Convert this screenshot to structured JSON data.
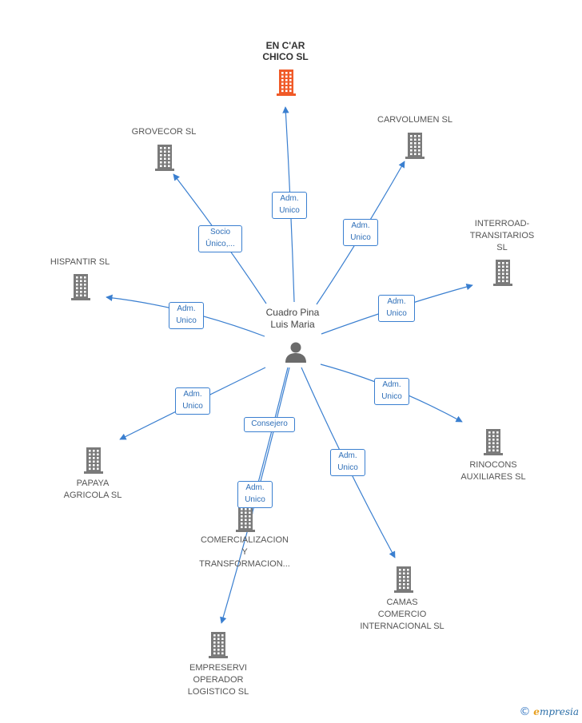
{
  "center": {
    "name": "Cuadro Pina\nLuis Maria"
  },
  "companies": [
    {
      "name": "EN C'AR\nCHICO SL",
      "highlight": true
    },
    {
      "name": "GROVECOR SL"
    },
    {
      "name": "CARVOLUMEN SL"
    },
    {
      "name": "INTERROAD-\nTRANSITARIOS\nSL"
    },
    {
      "name": "HISPANTIR SL"
    },
    {
      "name": "PAPAYA\nAGRICOLA SL"
    },
    {
      "name": "RINOCONS\nAUXILIARES SL"
    },
    {
      "name": "COMERCIALIZACION\nY\nTRANSFORMACION..."
    },
    {
      "name": "CAMAS\nCOMERCIO\nINTERNACIONAL SL"
    },
    {
      "name": "EMPRESERVI\nOPERADOR\nLOGISTICO SL"
    }
  ],
  "relations": [
    {
      "label": "Adm.\nUnico"
    },
    {
      "label": "Socio\nÚnico,..."
    },
    {
      "label": "Adm.\nUnico"
    },
    {
      "label": "Adm.\nUnico"
    },
    {
      "label": "Adm.\nUnico"
    },
    {
      "label": "Adm.\nUnico"
    },
    {
      "label": "Adm.\nUnico"
    },
    {
      "label": "Consejero"
    },
    {
      "label": "Adm.\nUnico"
    },
    {
      "label": "Adm.\nUnico"
    }
  ],
  "colors": {
    "edge": "#3a7fd0",
    "building": "#7a7a7a",
    "highlight": "#f05a28",
    "person": "#6b6b6b"
  },
  "footer": {
    "copyright": "©",
    "brand_initial": "e",
    "brand_rest": "mpresia"
  }
}
